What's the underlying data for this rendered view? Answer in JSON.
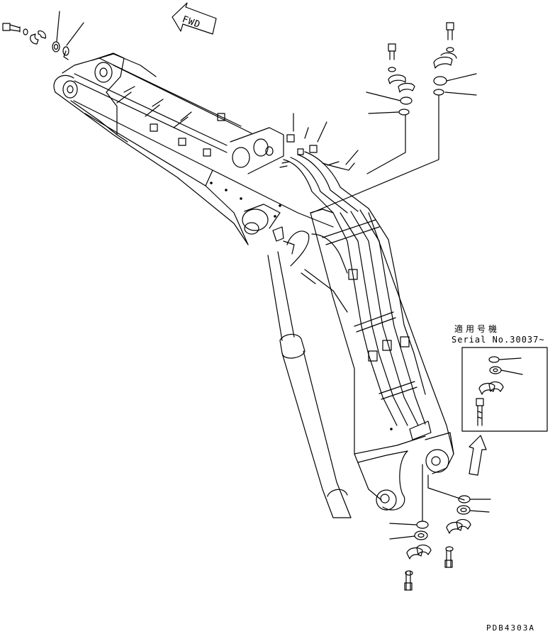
{
  "labels": {
    "fwd": "FWD",
    "applicable_title": "適用号機",
    "serial": "Serial No.30037~",
    "drawing_code": "PDB4303A"
  },
  "colors": {
    "line": "#000000",
    "background": "#ffffff"
  },
  "icons": {
    "fwd_arrow": "fwd-arrow-icon",
    "inset_arrow": "up-arrow-icon"
  }
}
